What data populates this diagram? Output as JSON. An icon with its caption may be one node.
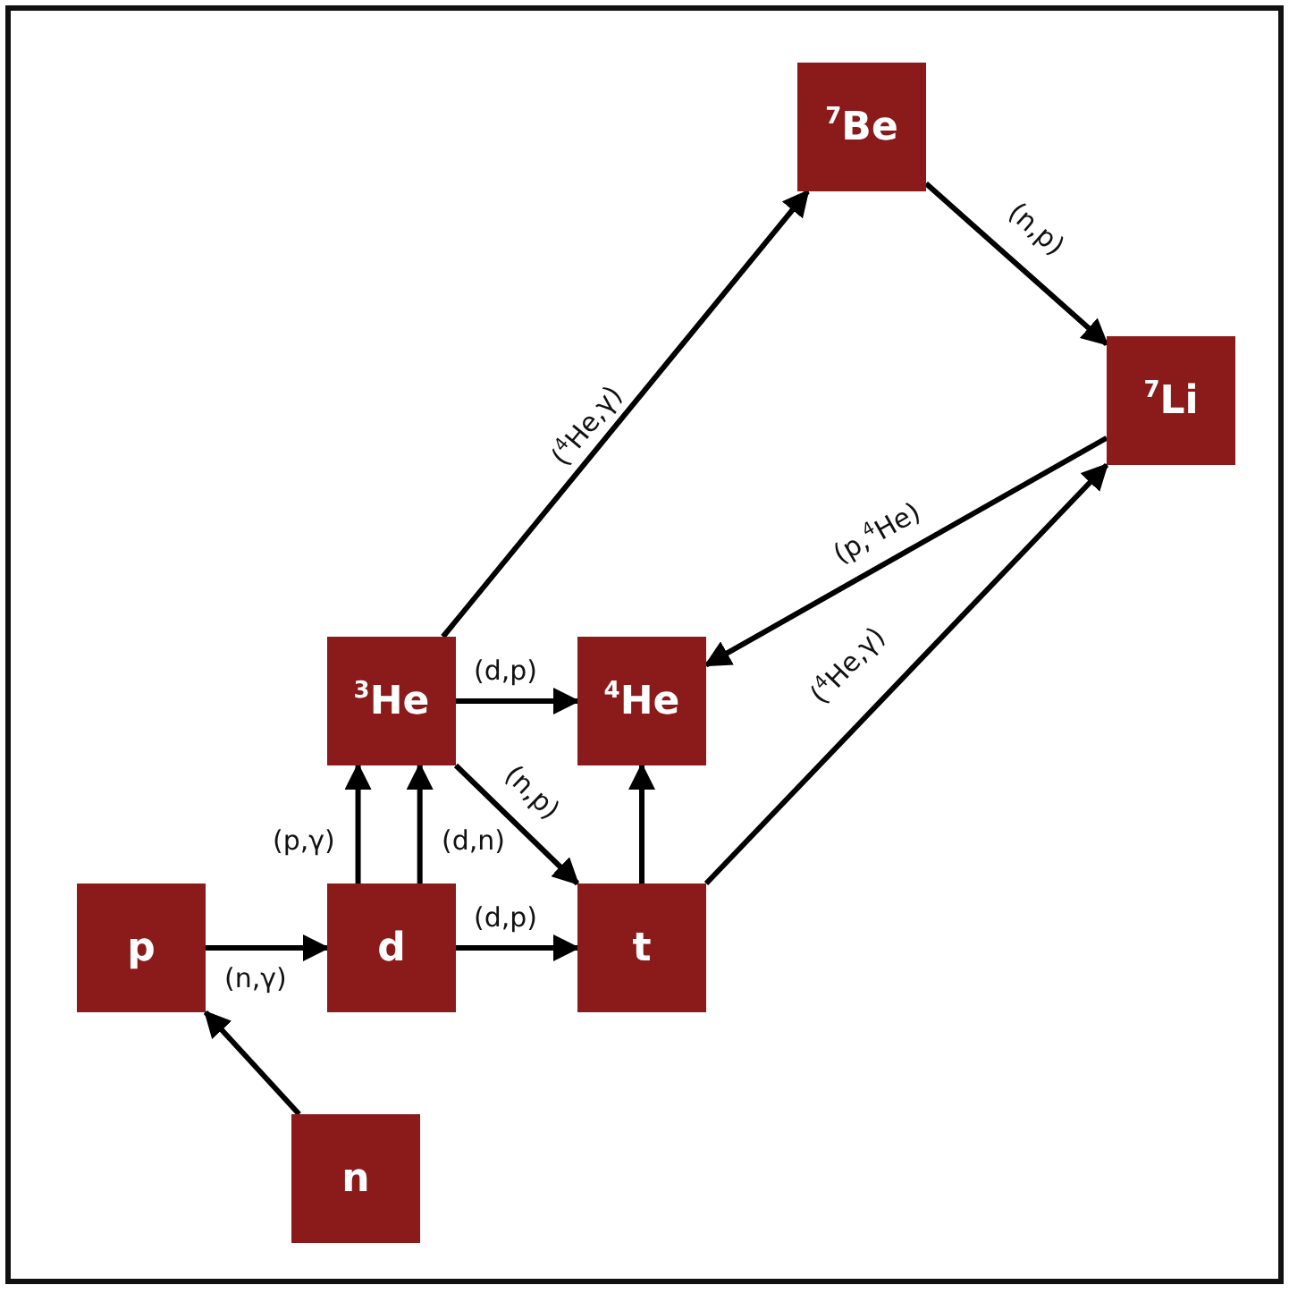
{
  "diagram": {
    "nodes": [
      {
        "text": [
          "$^{7}$Be"
        ]
      },
      {
        "text": [
          "$^{7}$Li"
        ]
      },
      {
        "text": [
          "$^{3}$He"
        ]
      },
      {
        "text": [
          "$^{4}$He"
        ]
      },
      {
        "text": [
          "p"
        ]
      },
      {
        "text": [
          "d"
        ]
      },
      {
        "text": [
          "t"
        ]
      },
      {
        "text": [
          "n"
        ]
      }
    ],
    "edges": [
      {
        "from": 7,
        "to": 4,
        "arrow": "to"
      },
      {
        "from": 4,
        "to": 5,
        "arrow": "to",
        "label": "(n,γ)"
      },
      {
        "from": 5,
        "to": 2,
        "arrow": "to",
        "label": "(p,γ)"
      },
      {
        "from": 5,
        "to": 2,
        "arrow": "to",
        "label": "(d,n)"
      },
      {
        "from": 5,
        "to": 6,
        "arrow": "to",
        "label": "(d,p)"
      },
      {
        "from": 2,
        "to": 3,
        "arrow": "to",
        "label": "(d,p)"
      },
      {
        "from": 2,
        "to": 6,
        "arrow": "to",
        "label": "(n,p)"
      },
      {
        "from": 6,
        "to": 3,
        "arrow": "to"
      },
      {
        "from": 2,
        "to": 0,
        "arrow": "to",
        "label": "($^{4}$He,γ)"
      },
      {
        "from": 0,
        "to": 1,
        "arrow": "to",
        "label": "(n,p)"
      },
      {
        "from": 1,
        "to": 3,
        "arrow": "to",
        "label": "(p,$^{4}$He)"
      },
      {
        "from": 6,
        "to": 1,
        "arrow": "to",
        "label": "($^{4}$He,γ)"
      }
    ]
  }
}
